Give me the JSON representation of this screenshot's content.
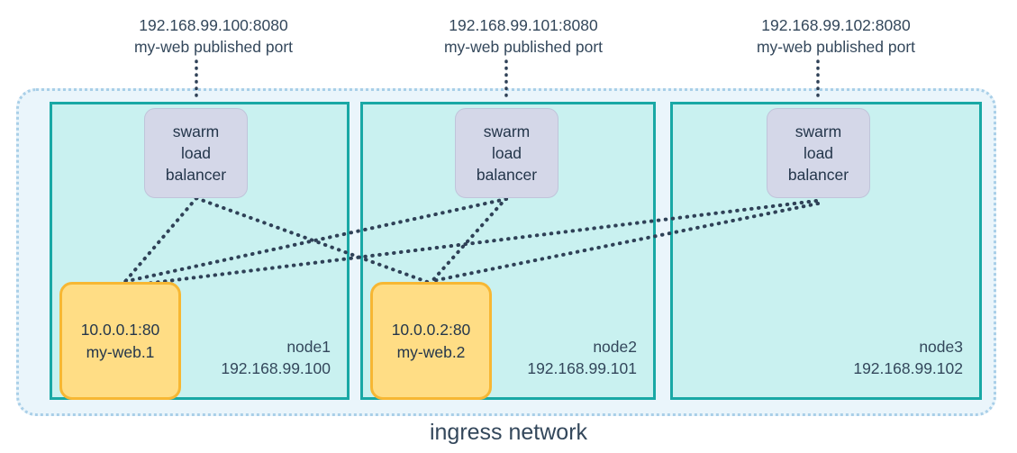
{
  "diagram": {
    "title_label": "ingress network",
    "colors": {
      "ingress_fill": "#eaf5fb",
      "ingress_border": "#a9cfe8",
      "node_fill": "#c9f1f0",
      "node_border": "#19a8a5",
      "lb_fill": "#d4d7e8",
      "task_fill": "#ffdd85",
      "task_border": "#f7b733",
      "text": "#33475b",
      "connector": "#2f4157"
    }
  },
  "callouts": [
    {
      "address": "192.168.99.100:8080",
      "description": "my-web published port"
    },
    {
      "address": "192.168.99.101:8080",
      "description": "my-web published port"
    },
    {
      "address": "192.168.99.102:8080",
      "description": "my-web published port"
    }
  ],
  "nodes": [
    {
      "name": "node1",
      "ip": "192.168.99.100",
      "load_balancer": {
        "line1": "swarm",
        "line2": "load",
        "line3": "balancer"
      },
      "task": {
        "address": "10.0.0.1:80",
        "name": "my-web.1"
      }
    },
    {
      "name": "node2",
      "ip": "192.168.99.101",
      "load_balancer": {
        "line1": "swarm",
        "line2": "load",
        "line3": "balancer"
      },
      "task": {
        "address": "10.0.0.2:80",
        "name": "my-web.2"
      }
    },
    {
      "name": "node3",
      "ip": "192.168.99.102",
      "load_balancer": {
        "line1": "swarm",
        "line2": "load",
        "line3": "balancer"
      },
      "task": null
    }
  ],
  "connections": [
    {
      "from": "node1-load-balancer",
      "to": "node1-task-my-web-1"
    },
    {
      "from": "node1-load-balancer",
      "to": "node2-task-my-web-2"
    },
    {
      "from": "node2-load-balancer",
      "to": "node1-task-my-web-1"
    },
    {
      "from": "node2-load-balancer",
      "to": "node2-task-my-web-2"
    },
    {
      "from": "node3-load-balancer",
      "to": "node1-task-my-web-1"
    },
    {
      "from": "node3-load-balancer",
      "to": "node2-task-my-web-2"
    }
  ]
}
